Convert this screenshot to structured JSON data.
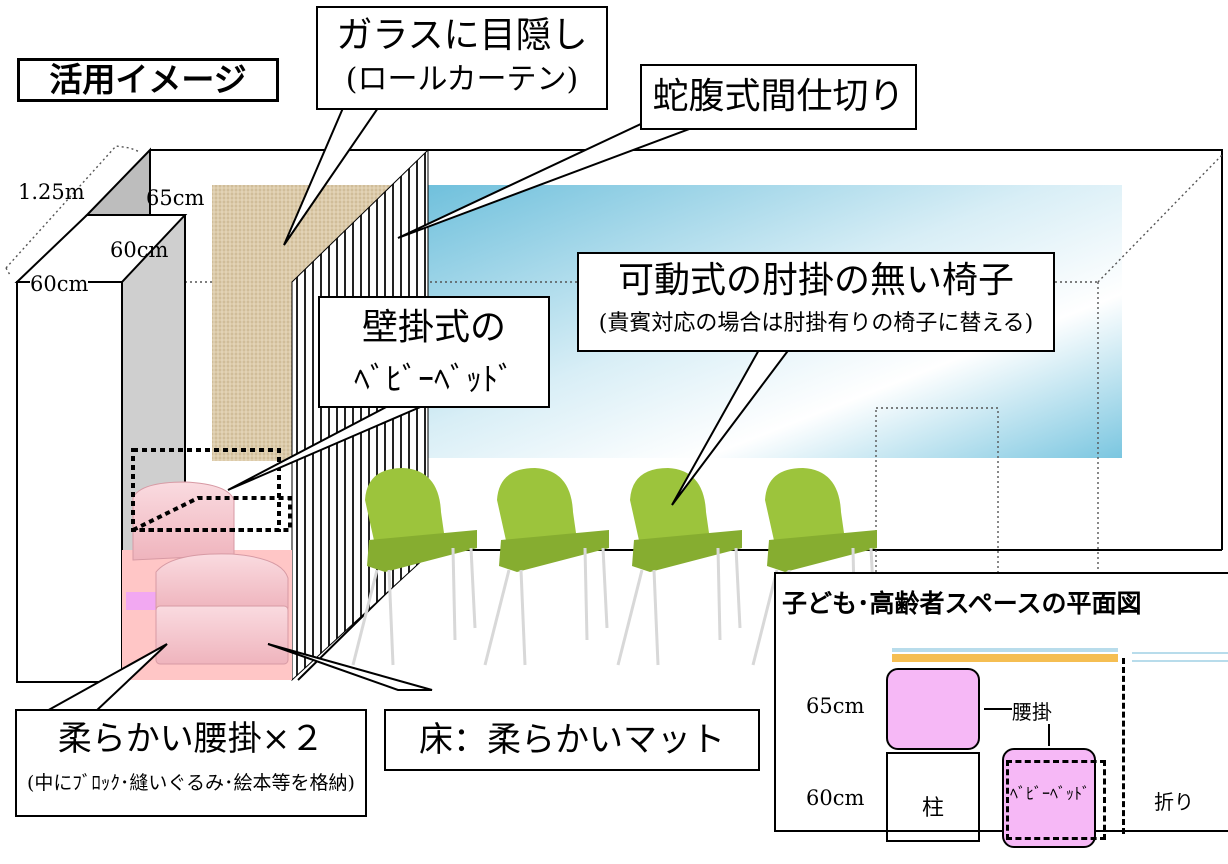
{
  "title": "活用イメージ",
  "callouts": {
    "glass": {
      "line1": "ガラスに目隠し",
      "line2": "(ロールカーテン)"
    },
    "partition": "蛇腹式間仕切り",
    "chairs": {
      "line1": "可動式の肘掛の無い椅子",
      "line2": "(貴賓対応の場合は肘掛有りの椅子に替える)"
    },
    "baby_bed": {
      "line1": "壁掛式の",
      "line2": "ﾍﾞﾋﾞｰﾍﾞｯﾄﾞ"
    },
    "seats": {
      "line1": "柔らかい腰掛×２",
      "line2": "(中にﾌﾞﾛｯｸ･縫いぐるみ･絵本等を格納)"
    },
    "floor": "床：柔らかいマット"
  },
  "dimensions": {
    "d1": "1.25m",
    "d2": "65cm",
    "d3": "60cm",
    "d4": "60cm"
  },
  "plan": {
    "title": "子ども･高齢者スペースの平面図",
    "dim_65": "65cm",
    "dim_60": "60cm",
    "seat_label": "腰掛",
    "pillar_label": "柱",
    "bed_label": "ﾍﾞﾋﾞｰﾍﾞｯﾄﾞ",
    "fold_label": "折り"
  },
  "colors": {
    "chair": "#9cc43c",
    "cushion": "#f5c6cc",
    "mat": "#ffc6c6",
    "curtain": "#ddc9aa",
    "glass": "#8fcfe6",
    "plan_seat": "#f6b8f6",
    "plan_strip": "#f5be52"
  }
}
